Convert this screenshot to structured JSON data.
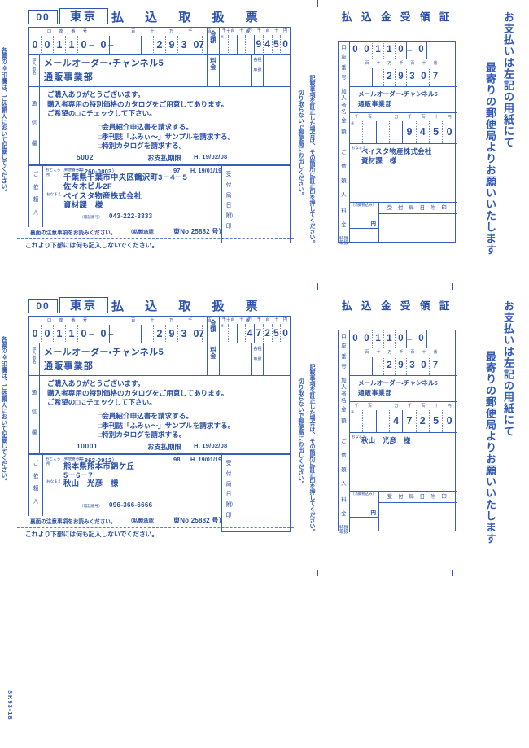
{
  "document": {
    "type": "japan-post-payment-slip",
    "corner_code": "SK93-18"
  },
  "slip_title": "払 込 取 扱 票",
  "receipt_title": "払 込 金 受 領 証",
  "office_code": "00",
  "office_name": "東京",
  "labels": {
    "account_header_left": "口 座 番 号",
    "account_header_right": "百 十 万 千 百 十 番",
    "amount_label": "金額",
    "amount_header": [
      "千",
      "百",
      "十",
      "万",
      "千",
      "百",
      "十",
      "円"
    ],
    "amount_marker": "※",
    "payee_label": "加入者名",
    "fee_label": "料金",
    "fee_kinds": [
      "各種",
      "取扱"
    ],
    "message_label": "通信欄",
    "sender_label": "ご依頼人",
    "address_label": "おところ（郵便番号）",
    "name_label": "おなまえ",
    "tel_label": "（電話番号）",
    "due_label": "お支払期限",
    "receipt_stamp_label": "受付局日附印",
    "receipt_account_label": "口座番号",
    "receipt_payee_label": "加入者名",
    "receipt_amount_label": "金額",
    "receipt_sender_label": "ご依頼人",
    "receipt_fee_label": "料金",
    "receipt_fee_sub": "特殊取扱",
    "receipt_name_label": "おなまえ",
    "receipt_tax_label": "（消費税込み）",
    "receipt_yen": "円",
    "receipt_date_stamp": "受 付 局 日 附 印",
    "account_header_receipt": "百 十 万 千 百 十 番"
  },
  "notes": {
    "left_vertical": "各票の※印欄は、ご依頼人において記載してください。",
    "mid_vertical_a": "記載事項を訂正した場合は、その箇所に訂正印を押してください。",
    "mid_vertical_b": "切り取らないで郵便局にお出しください。",
    "right_instruction_a": "お支払いは左記の用紙にて",
    "right_instruction_b": "最寄りの郵便局よりお願いいたします",
    "back_note": "裏面の注意事項をお読みください。",
    "cert_note": "（私製承認",
    "cert_office": "東No",
    "cert_number": "25882",
    "cert_suffix": "号）",
    "no_write_below": "これより下部には何も記入しないでください。"
  },
  "message": {
    "line1": "ご購入ありがとうございます。",
    "line2": "購入者専用の特別価格のカタログをご用意してあります。",
    "line3": "ご希望の□にチェックして下さい。",
    "check1": "□会員紹介申込書を請求する。",
    "check2": "□季刊誌「ふみぃ〜」サンプルを請求する。",
    "check3": "□特別カタログを請求する。"
  },
  "payee": {
    "line1": "メールオーダー・チャンネル5",
    "line2": "通販事業部"
  },
  "account": {
    "prefix": [
      "0",
      "0",
      "1",
      "1",
      "0"
    ],
    "middle": [
      "0"
    ],
    "number": [
      "2",
      "9",
      "3",
      "0",
      "7"
    ],
    "display": "00110-0-29307"
  },
  "forms": [
    {
      "id": "form-1",
      "amount_digits": [
        "",
        "",
        "",
        "",
        "9",
        "4",
        "5",
        "0"
      ],
      "amount_value": "9450",
      "customer_no": "5002",
      "due_date": "H. 19/02/08",
      "sequence_no": "97",
      "registered_date": "H. 19/01/19",
      "postal_code": "〒260-0003",
      "address_line1": "千葉県千葉市中央区鶴沢町3－4－5",
      "address_line2": "佐々木ビル2F",
      "name_line1": "ベイスタ物産株式会社",
      "name_line2": "資材課　様",
      "telephone": "043-222-3333",
      "receipt_name_line1": "ベイスタ物産株式会社",
      "receipt_name_line2": "資材課　様"
    },
    {
      "id": "form-2",
      "amount_digits": [
        "",
        "",
        "",
        "4",
        "7",
        "2",
        "5",
        "0"
      ],
      "amount_value": "47250",
      "customer_no": "10001",
      "due_date": "H. 19/02/08",
      "sequence_no": "98",
      "registered_date": "H. 19/01/19",
      "postal_code": "〒862-0912",
      "address_line1": "熊本県熊本市錦ケ丘",
      "address_line2": "5－6－7",
      "name_line1": "秋山　光彦　様",
      "name_line2": "",
      "telephone": "096-366-6666",
      "receipt_name_line1": "秋山　光彦　様",
      "receipt_name_line2": ""
    }
  ],
  "colors": {
    "ink": "#2a4fa8",
    "rule": "#3a5fb8",
    "dotted": "#6b8ad0"
  }
}
